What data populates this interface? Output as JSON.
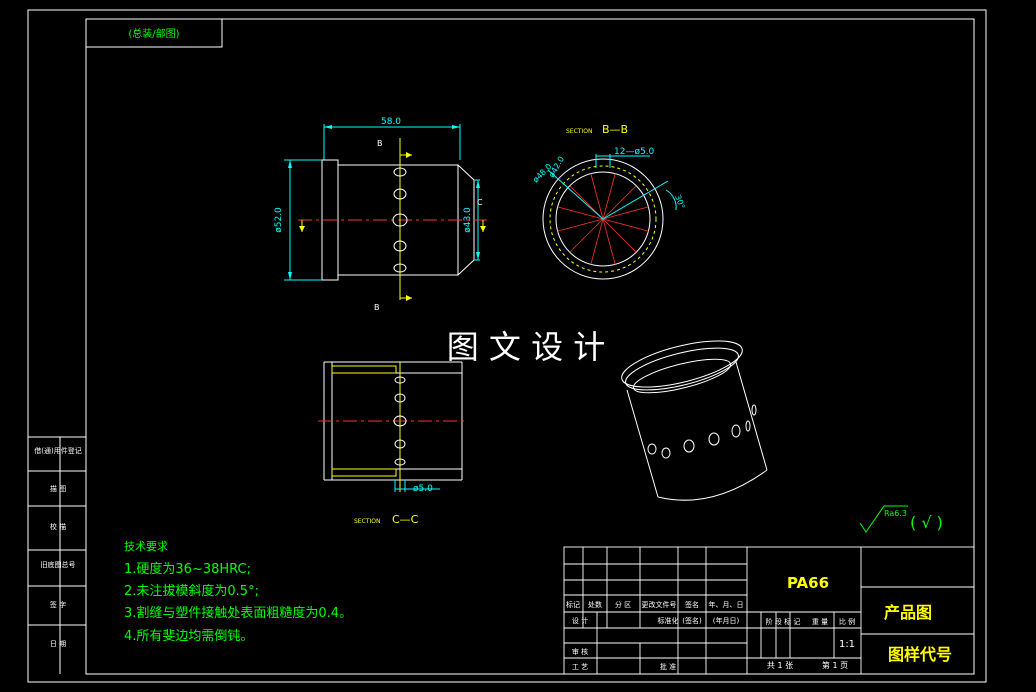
{
  "drawing": {
    "top_tag": "(总装/部图)",
    "watermark": "图 文 设 计",
    "tech_title": "技术要求",
    "tech_items": [
      "1.硬度为36~38HRC;",
      "2.未注拔模斜度为0.5°;",
      "3.割缝与塑件接触处表面粗糙度为0.4。",
      "4.所有斐边均需倒钝。"
    ],
    "side_labels": [
      "借(通)用件登记",
      "描 图",
      "校 描",
      "旧底图总号",
      "签 字",
      "日 期"
    ],
    "roughness_value": "Ra6.3",
    "roughness_rest": "( √ )"
  },
  "views": {
    "front_width_dim": "58.0",
    "front_left_dia": "ø52.0",
    "front_right_dia": "ø43.0",
    "label_b": "B",
    "label_c": "C",
    "section_bb_small": "SECTION",
    "section_bb": "B—B",
    "bb_d1": "ø42.0",
    "bb_d2": "ø48.0",
    "bb_slot": "12—ø5.0",
    "bb_angle": "30°",
    "section_cc_small": "SECTION",
    "section_cc": "C—C",
    "cc_dim": "ø5.0"
  },
  "title_block": {
    "material": "PA66",
    "product": "产品图",
    "drawing_no": "图样代号",
    "header_row": [
      "标记",
      "处数",
      "分 区",
      "更改文件号",
      "签名",
      "年、月、日"
    ],
    "design": "设 计",
    "standardize": "标准化",
    "sign": "(签名)",
    "date": "(年月日)",
    "stage_cells": [
      "阶 段 标 记",
      "重 量",
      "比 例"
    ],
    "scale": "1:1",
    "audit": "审 核",
    "process": "工 艺",
    "approve": "批 准",
    "sheets_total": "共 1 张",
    "sheet_no": "第 1 页"
  },
  "colors": {
    "frame": "#ffffff",
    "line": "#ffffff",
    "dim": "#00ffff",
    "part": "#ffff00",
    "center": "#ff3030",
    "text": "#00ff00",
    "title": "#ffff00"
  }
}
